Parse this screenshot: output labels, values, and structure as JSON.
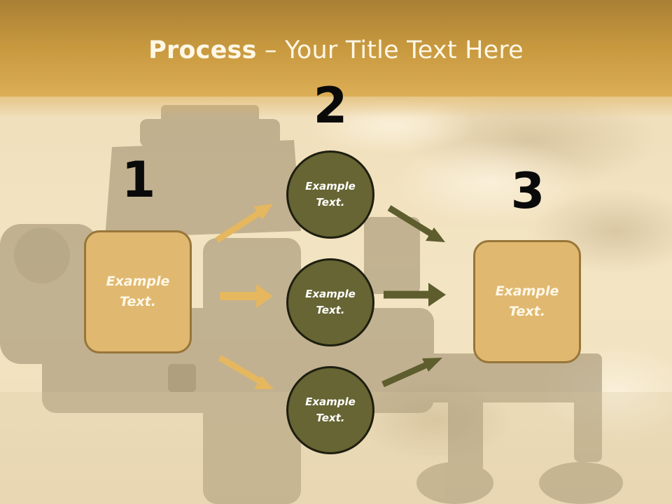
{
  "title": {
    "bold": "Process",
    "dash": " – ",
    "rest": "Your Title Text Here"
  },
  "steps": [
    {
      "number": "1",
      "box_text": "Example Text."
    },
    {
      "number": "2",
      "circles": [
        "Example Text.",
        "Example Text.",
        "Example Text."
      ]
    },
    {
      "number": "3",
      "box_text": "Example Text."
    }
  ],
  "colors": {
    "header": "#c8993f",
    "box_fill": "#e0b870",
    "circle_fill": "#666533",
    "arrow_left": "#e5b75f",
    "arrow_right": "#5e5d2e"
  }
}
